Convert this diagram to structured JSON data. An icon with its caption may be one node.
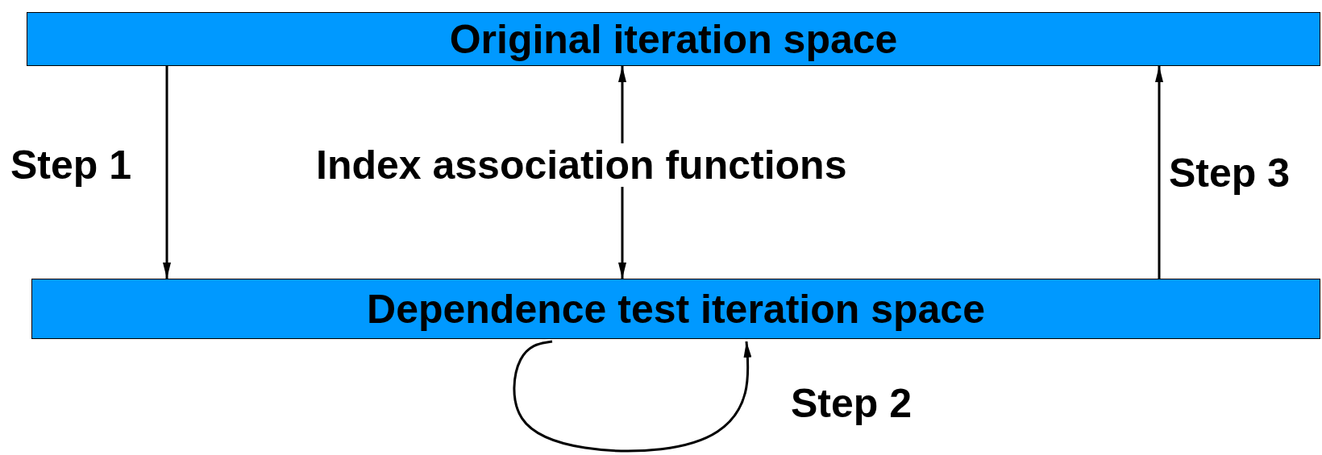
{
  "diagram": {
    "nodes": [
      {
        "text": [
          "Original iteration space"
        ]
      },
      {
        "text": [
          "Dependence test iteration space"
        ]
      }
    ],
    "edges": [
      {
        "from": 0,
        "to": 1,
        "arrow": "to",
        "label": "Step 1"
      },
      {
        "from": 0,
        "to": 1,
        "arrow": "both",
        "label": "Index association functions"
      },
      {
        "from": 1,
        "to": 0,
        "arrow": "to",
        "label": "Step 3"
      },
      {
        "from": 1,
        "to": 1,
        "arrow": "to",
        "label": "Step 2"
      }
    ]
  }
}
